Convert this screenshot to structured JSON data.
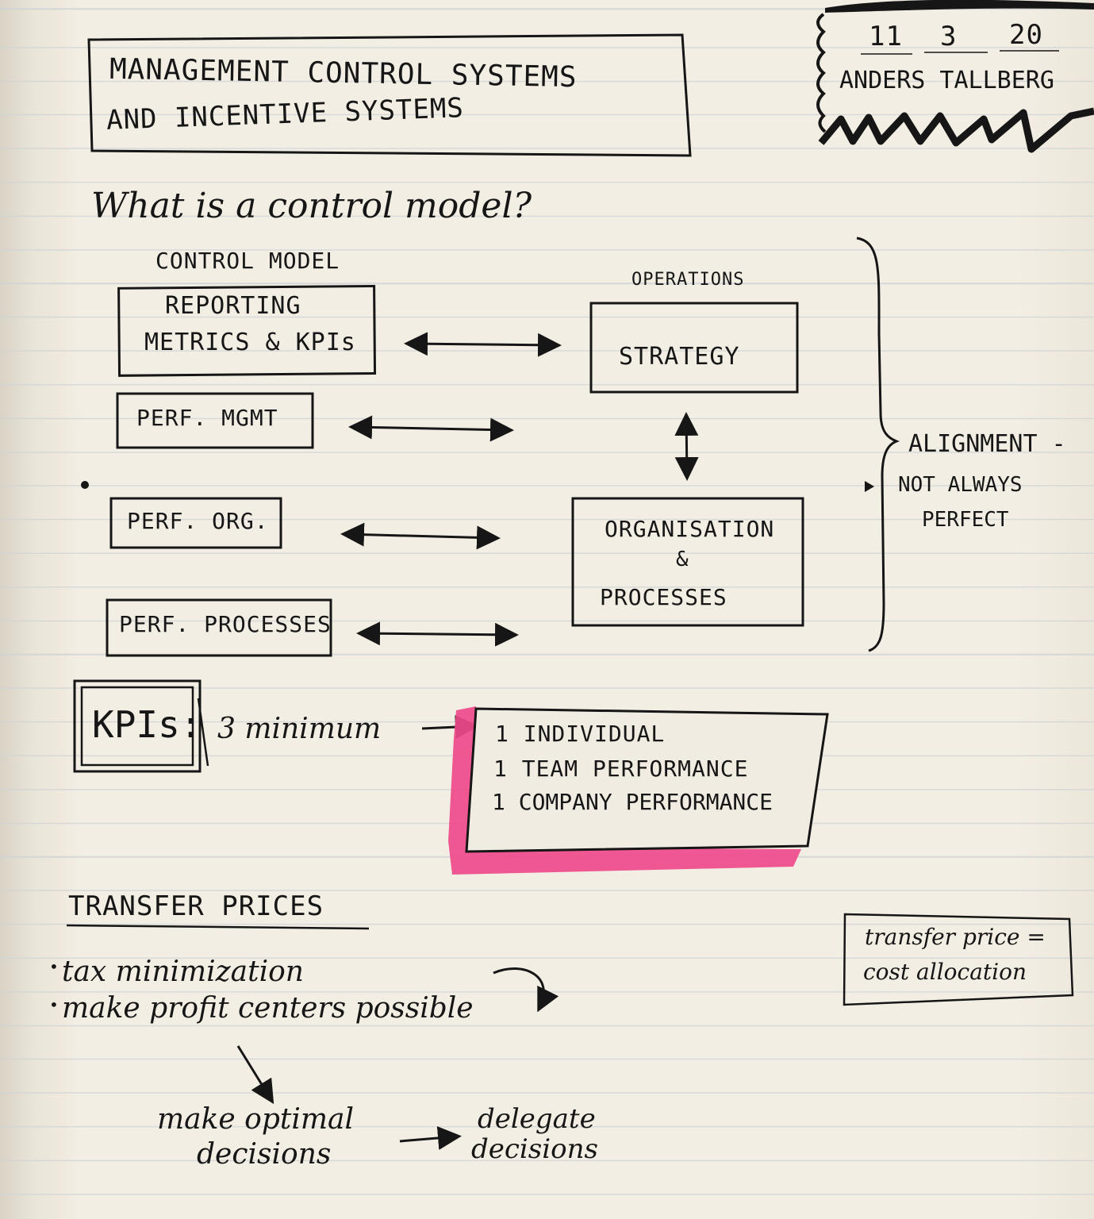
{
  "header": {
    "title_line1": "MANAGEMENT CONTROL SYSTEMS",
    "title_line2": "AND INCENTIVE SYSTEMS",
    "date_day": "11",
    "date_month": "3",
    "date_year": "20",
    "author": "ANDERS TALLBERG"
  },
  "question": "What is a control model?",
  "diagram": {
    "control_model_heading": "CONTROL MODEL",
    "operations_heading": "OPERATIONS",
    "left_boxes": [
      "REPORTING",
      "METRICS & KPIs",
      "PERF. MGMT",
      "PERF. ORG.",
      "PERF. PROCESSES"
    ],
    "strategy": "STRATEGY",
    "organisation": "ORGANISATION",
    "ampersand": "&",
    "processes": "PROCESSES",
    "alignment_line1": "ALIGNMENT -",
    "alignment_line2": "NOT ALWAYS",
    "alignment_line3": "PERFECT"
  },
  "kpis": {
    "label": "KPIs:",
    "minimum": "3 minimum",
    "items": [
      "1 INDIVIDUAL",
      "1 TEAM PERFORMANCE",
      "1 COMPANY PERFORMANCE"
    ],
    "highlight_color": "#ee4a8a"
  },
  "transfer_prices": {
    "heading": "TRANSFER PRICES",
    "bullets": [
      "tax minimization",
      "make profit centers possible"
    ],
    "note_line1": "transfer price =",
    "note_line2": "cost allocation",
    "flow_left_line1": "make optimal",
    "flow_left_line2": "decisions",
    "flow_right_line1": "delegate",
    "flow_right_line2": "decisions"
  }
}
